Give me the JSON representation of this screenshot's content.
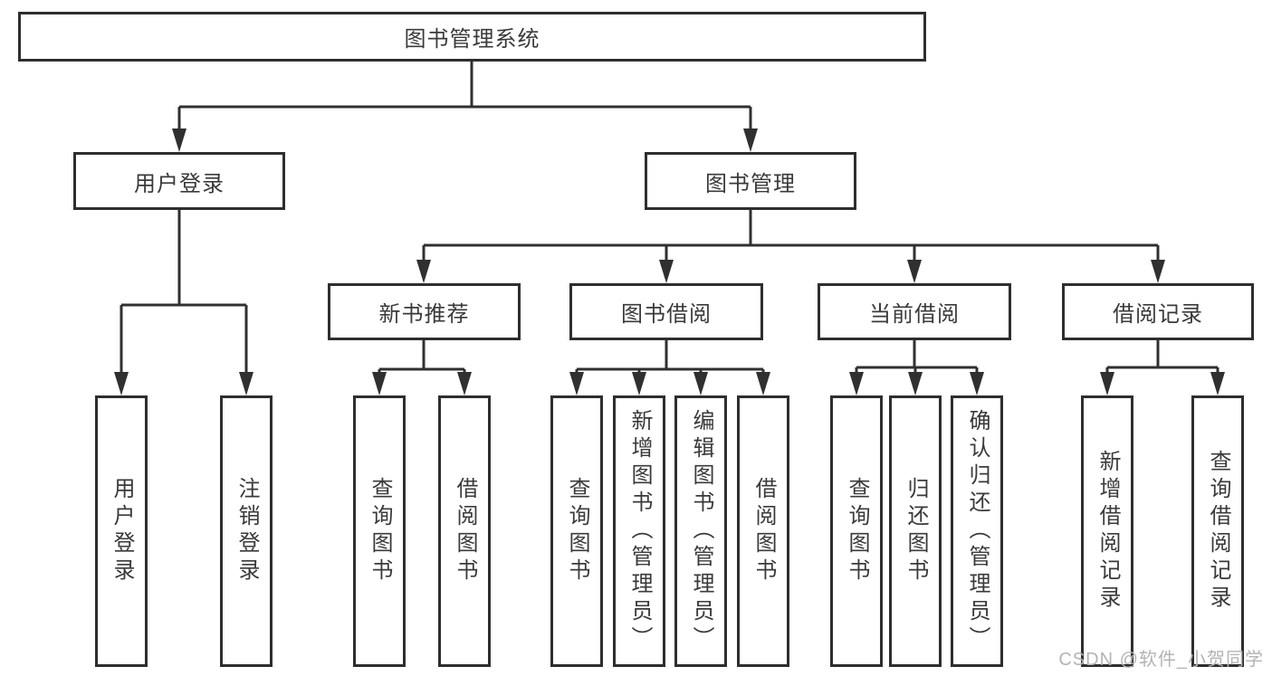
{
  "tree": {
    "label": "图书管理系统",
    "children": [
      {
        "label": "用户登录",
        "children": [
          {
            "label": "用户登录"
          },
          {
            "label": "注销登录"
          }
        ]
      },
      {
        "label": "图书管理",
        "children": [
          {
            "label": "新书推荐",
            "children": [
              {
                "label": "查询图书"
              },
              {
                "label": "借阅图书"
              }
            ]
          },
          {
            "label": "图书借阅",
            "children": [
              {
                "label": "查询图书"
              },
              {
                "label": "新增图书（管理员）"
              },
              {
                "label": "编辑图书（管理员）"
              },
              {
                "label": "借阅图书"
              }
            ]
          },
          {
            "label": "当前借阅",
            "children": [
              {
                "label": "查询图书"
              },
              {
                "label": "归还图书"
              },
              {
                "label": "确认归还（管理员）"
              }
            ]
          },
          {
            "label": "借阅记录",
            "children": [
              {
                "label": "新增借阅记录"
              },
              {
                "label": "查询借阅记录"
              }
            ]
          }
        ]
      }
    ]
  },
  "watermark": {
    "text": "CSDN @软件_小贺同学"
  },
  "colors": {
    "line": "#303030",
    "border": "#2e2e2e",
    "text": "#3a3a3a",
    "watermark": "#b3b3b3",
    "background": "#ffffff"
  }
}
